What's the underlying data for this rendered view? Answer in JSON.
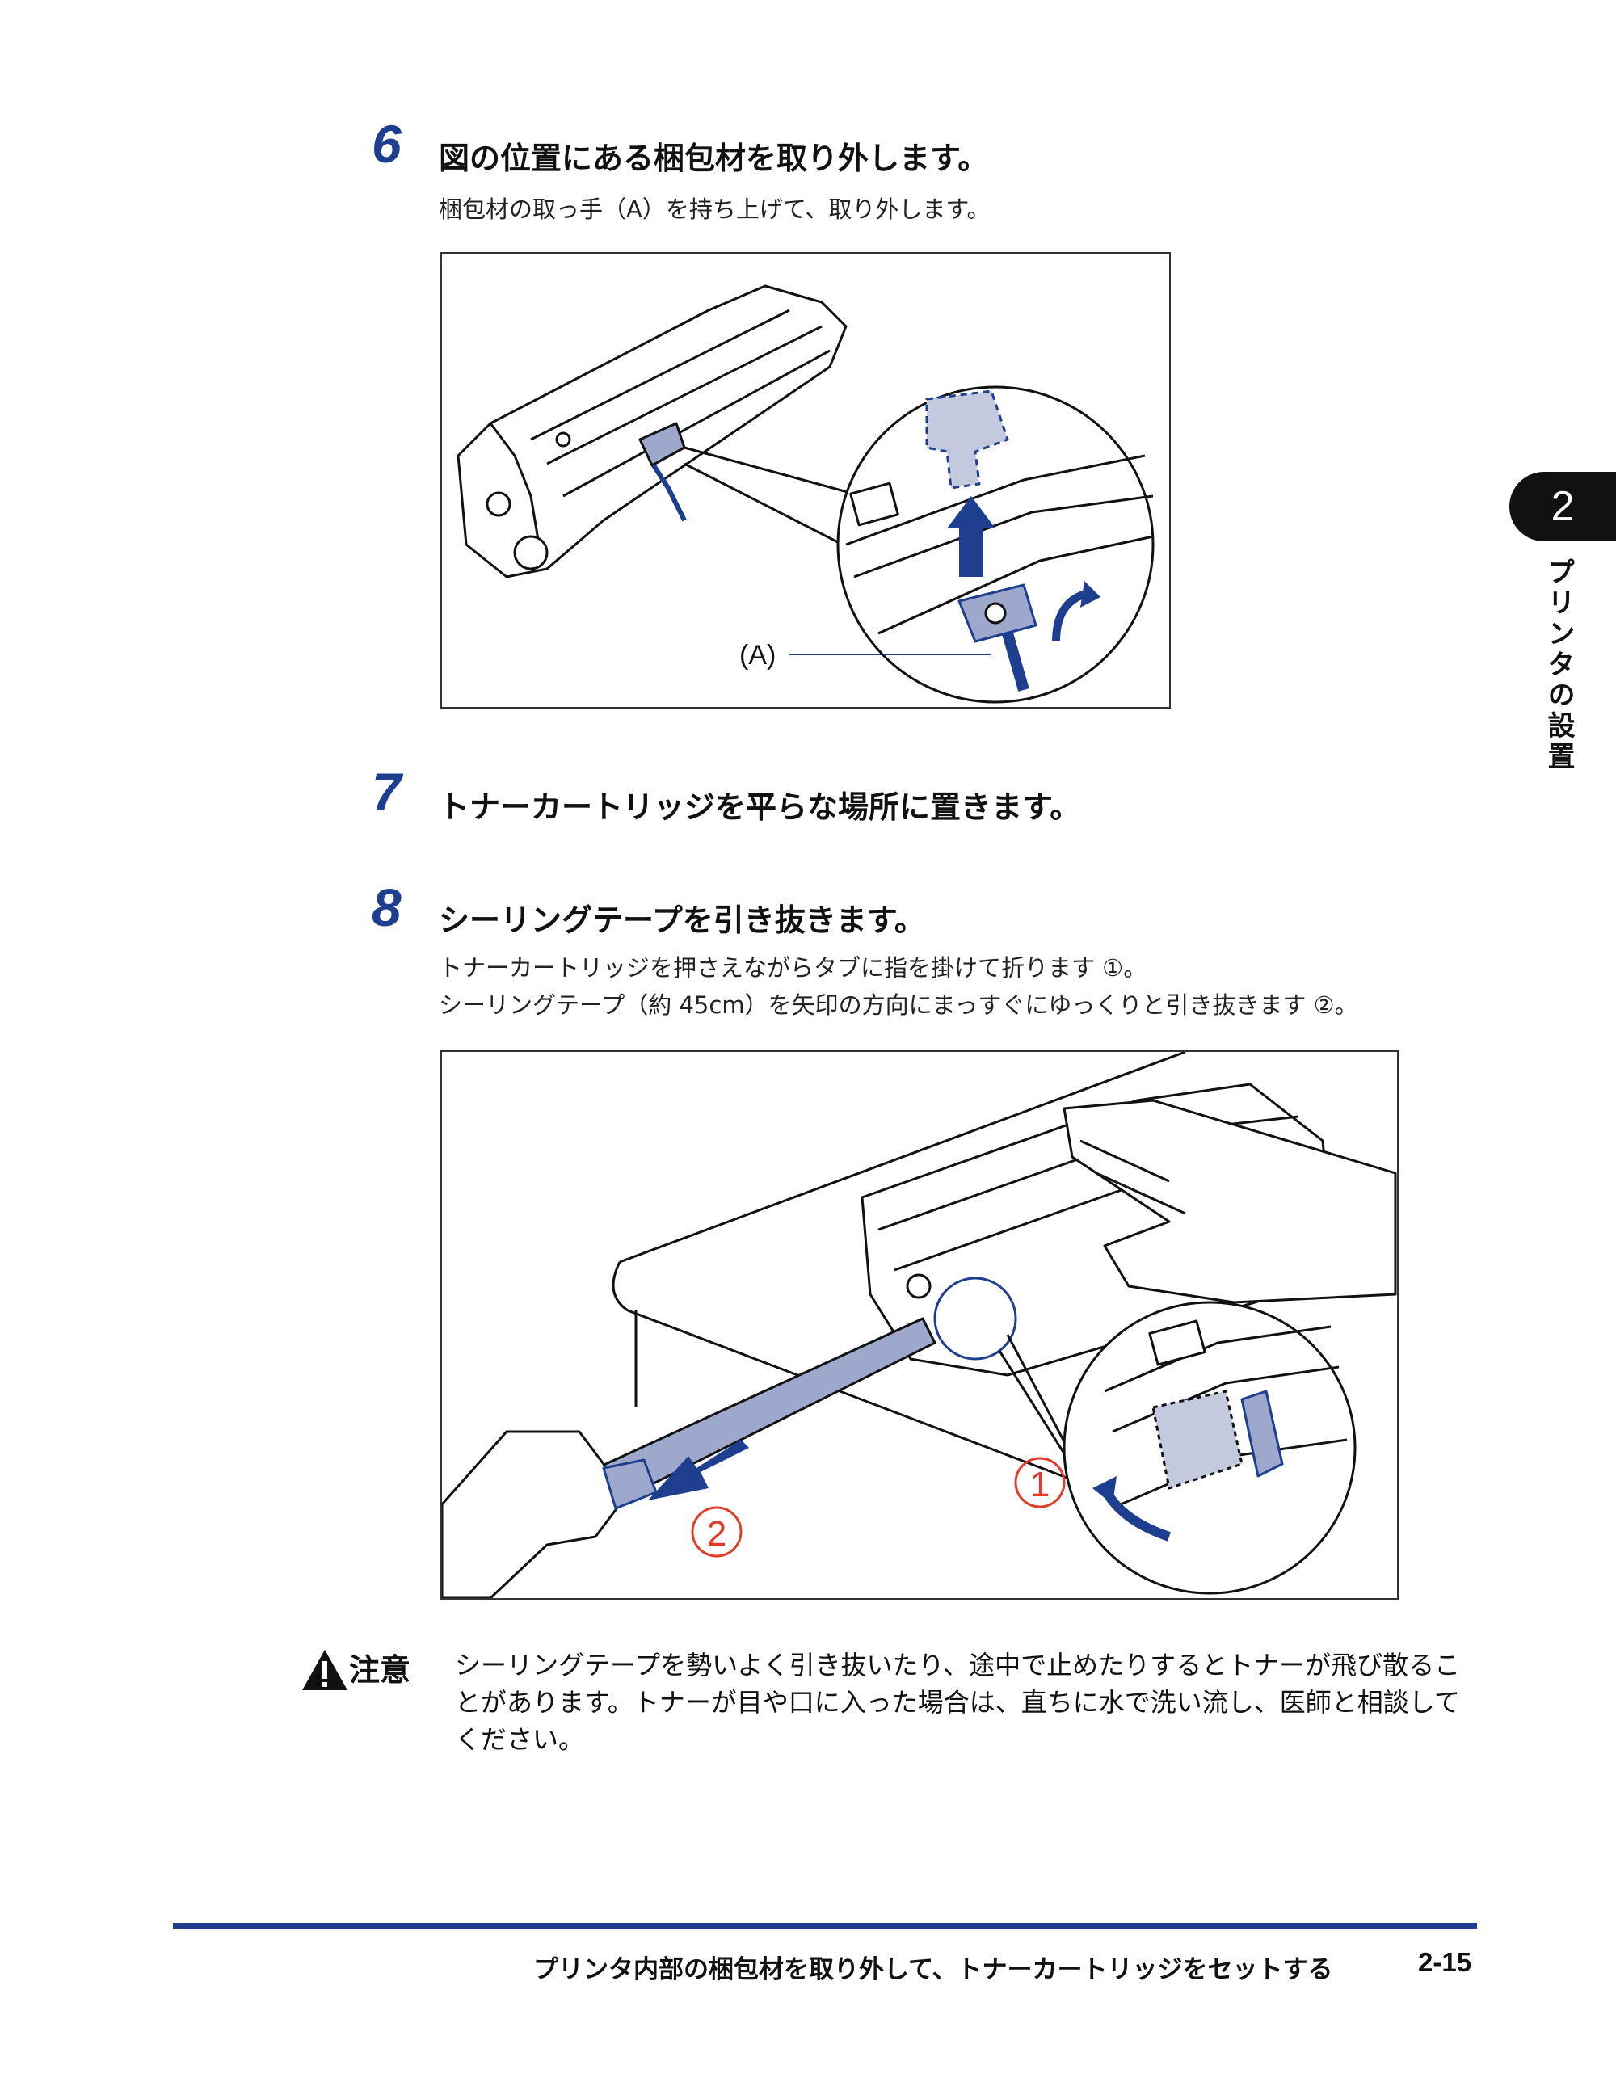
{
  "chapter": {
    "number": "2",
    "title": "プリンタの設置"
  },
  "steps": [
    {
      "number": "6",
      "title": "図の位置にある梱包材を取り外します。",
      "desc": [
        "梱包材の取っ手（A）を持ち上げて、取り外します。"
      ]
    },
    {
      "number": "7",
      "title": "トナーカートリッジを平らな場所に置きます。",
      "desc": []
    },
    {
      "number": "8",
      "title": "シーリングテープを引き抜きます。",
      "desc": [
        "トナーカートリッジを押さえながらタブに指を掛けて折ります ①。",
        "シーリングテープ（約 45cm）を矢印の方向にまっすぐにゆっくりと引き抜きます ②。"
      ]
    }
  ],
  "figure1": {
    "label_a": "(A)"
  },
  "figure2": {
    "label_1": "1",
    "label_2": "2"
  },
  "caution": {
    "label": "注意",
    "text": "シーリングテープを勢いよく引き抜いたり、途中で止めたりするとトナーが飛び散ることがあります。トナーが目や口に入った場合は、直ちに水で洗い流し、医師と相談してください。"
  },
  "footer": {
    "title": "プリンタ内部の梱包材を取り外して、トナーカートリッジをセットする",
    "page": "2-15"
  },
  "colors": {
    "accent": "#1e3f8f",
    "tape": "#9ea7cc",
    "marker": "#e23b2a"
  }
}
